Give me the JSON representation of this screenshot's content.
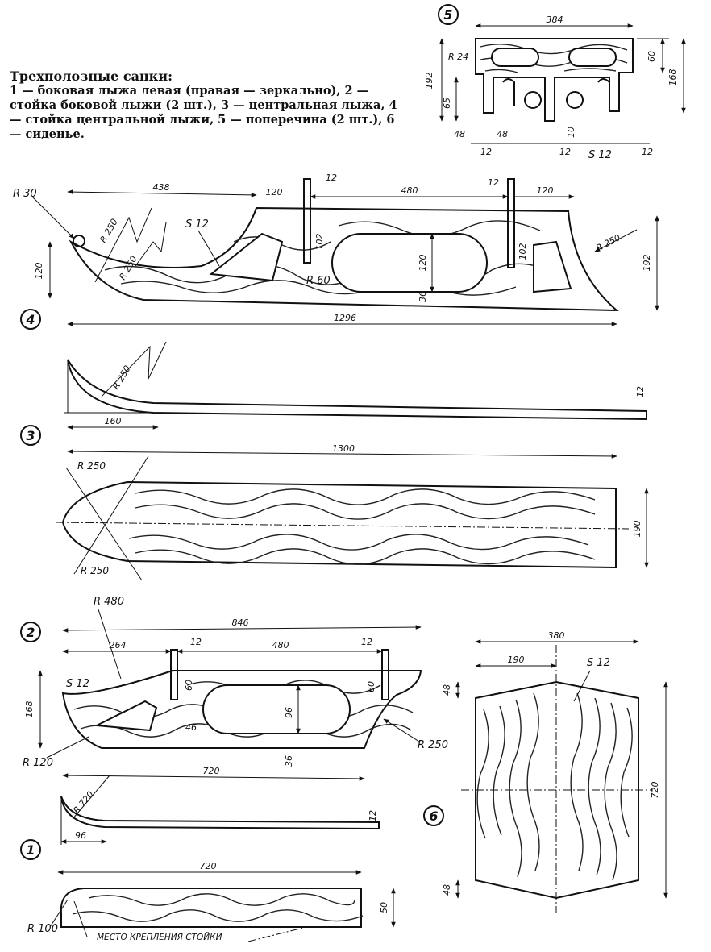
{
  "caption": {
    "title": "Трехполозные санки:",
    "body": "1 — боковая лыжа левая (правая — зеркально), 2 — стойка боковой лыжи (2 шт.), 3 — центральная лыжа, 4 — стойка центральной лыжи, 5 — поперечина (2 шт.), 6 — сиденье."
  },
  "parts": {
    "p1": "1",
    "p2": "2",
    "p3": "3",
    "p4": "4",
    "p5": "5",
    "p6": "6"
  },
  "dims": {
    "p5": {
      "w384": "384",
      "r24": "R 24",
      "d192": "192",
      "d65": "65",
      "d48a": "48",
      "d48b": "48",
      "d12a": "12",
      "d12b": "12",
      "d12c": "12",
      "d10": "10",
      "s12": "S 12",
      "d60": "60",
      "d168": "168"
    },
    "p4": {
      "d438": "438",
      "d120a": "120",
      "d12a": "12",
      "d480": "480",
      "d12b": "12",
      "d120b": "120",
      "r30": "R 30",
      "r250a": "R 250",
      "r250b": "R 250",
      "s12": "S 12",
      "d102a": "102",
      "d102b": "102",
      "d120v": "120",
      "d120c": "120",
      "r60": "R 60",
      "d36": "36",
      "r250c": "R 250",
      "d192": "192",
      "d1296": "1296"
    },
    "p3": {
      "r250a": "R 250",
      "d160": "160",
      "d12": "12",
      "d1300": "1300",
      "r250b": "R 250",
      "r250c": "R 250",
      "d190": "190"
    },
    "p2": {
      "r480": "R 480",
      "d846": "846",
      "d264": "264",
      "d12a": "12",
      "d480": "480",
      "d12b": "12",
      "s12": "S 12",
      "d168": "168",
      "d60a": "60",
      "d60b": "60",
      "d96": "96",
      "d46": "46",
      "d36": "36",
      "r120": "R 120",
      "r250": "R 250",
      "d720": "720"
    },
    "p1": {
      "r720": "R 720",
      "d96": "96",
      "d12": "12",
      "d720": "720",
      "d50": "50",
      "r100": "R 100",
      "mount": "МЕСТО КРЕПЛЕНИЯ СТОЙКИ"
    },
    "p6": {
      "d380": "380",
      "d190": "190",
      "s12": "S 12",
      "d48a": "48",
      "d720": "720",
      "d48b": "48"
    }
  }
}
